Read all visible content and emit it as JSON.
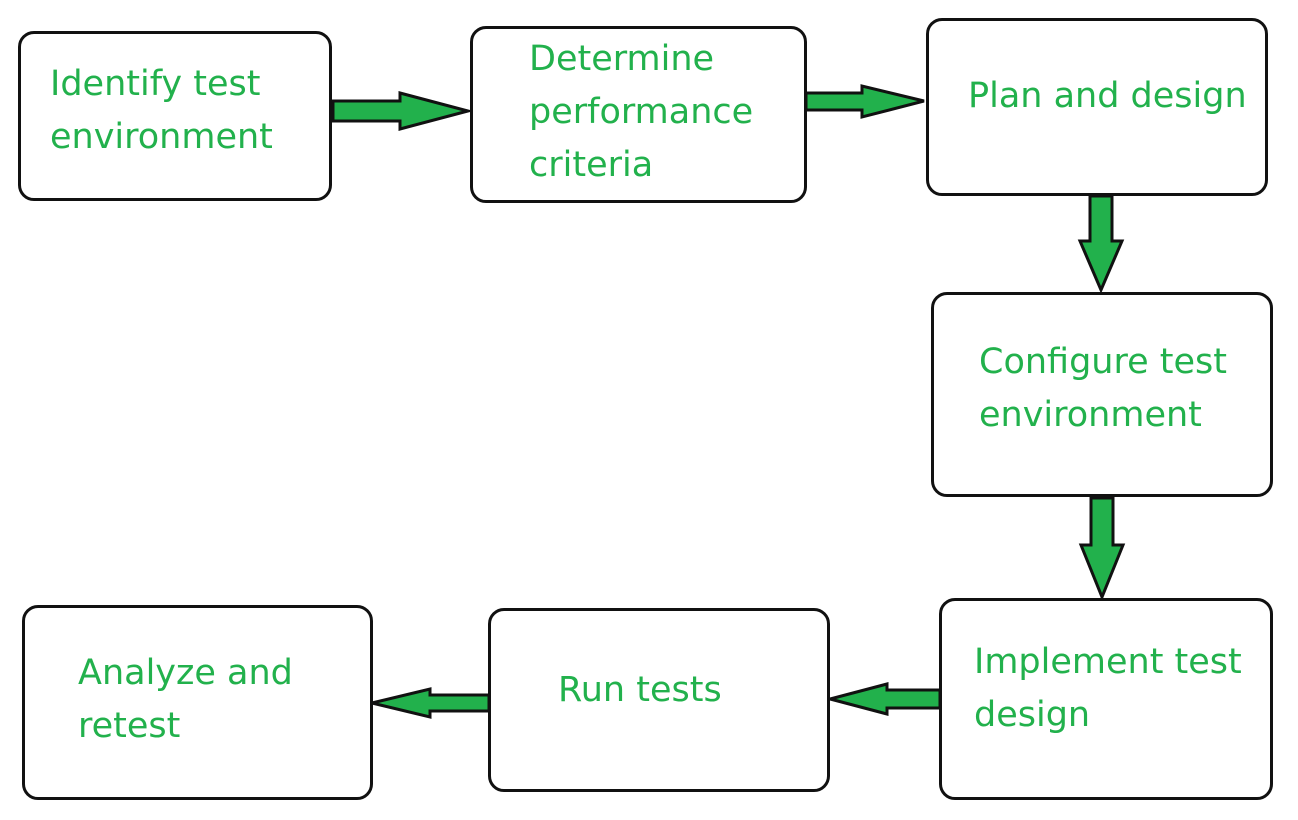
{
  "colors": {
    "text": "#22b14c",
    "arrow_fill": "#22b14c",
    "outline": "#111111",
    "background": "#ffffff"
  },
  "steps": [
    {
      "label": "Identify test\nenvironment"
    },
    {
      "label": "Determine\nperformance\ncriteria"
    },
    {
      "label": "Plan and design"
    },
    {
      "label": "Configure test\nenvironment"
    },
    {
      "label": "Implement test\ndesign"
    },
    {
      "label": "Run tests"
    },
    {
      "label": "Analyze and\nretest"
    }
  ]
}
